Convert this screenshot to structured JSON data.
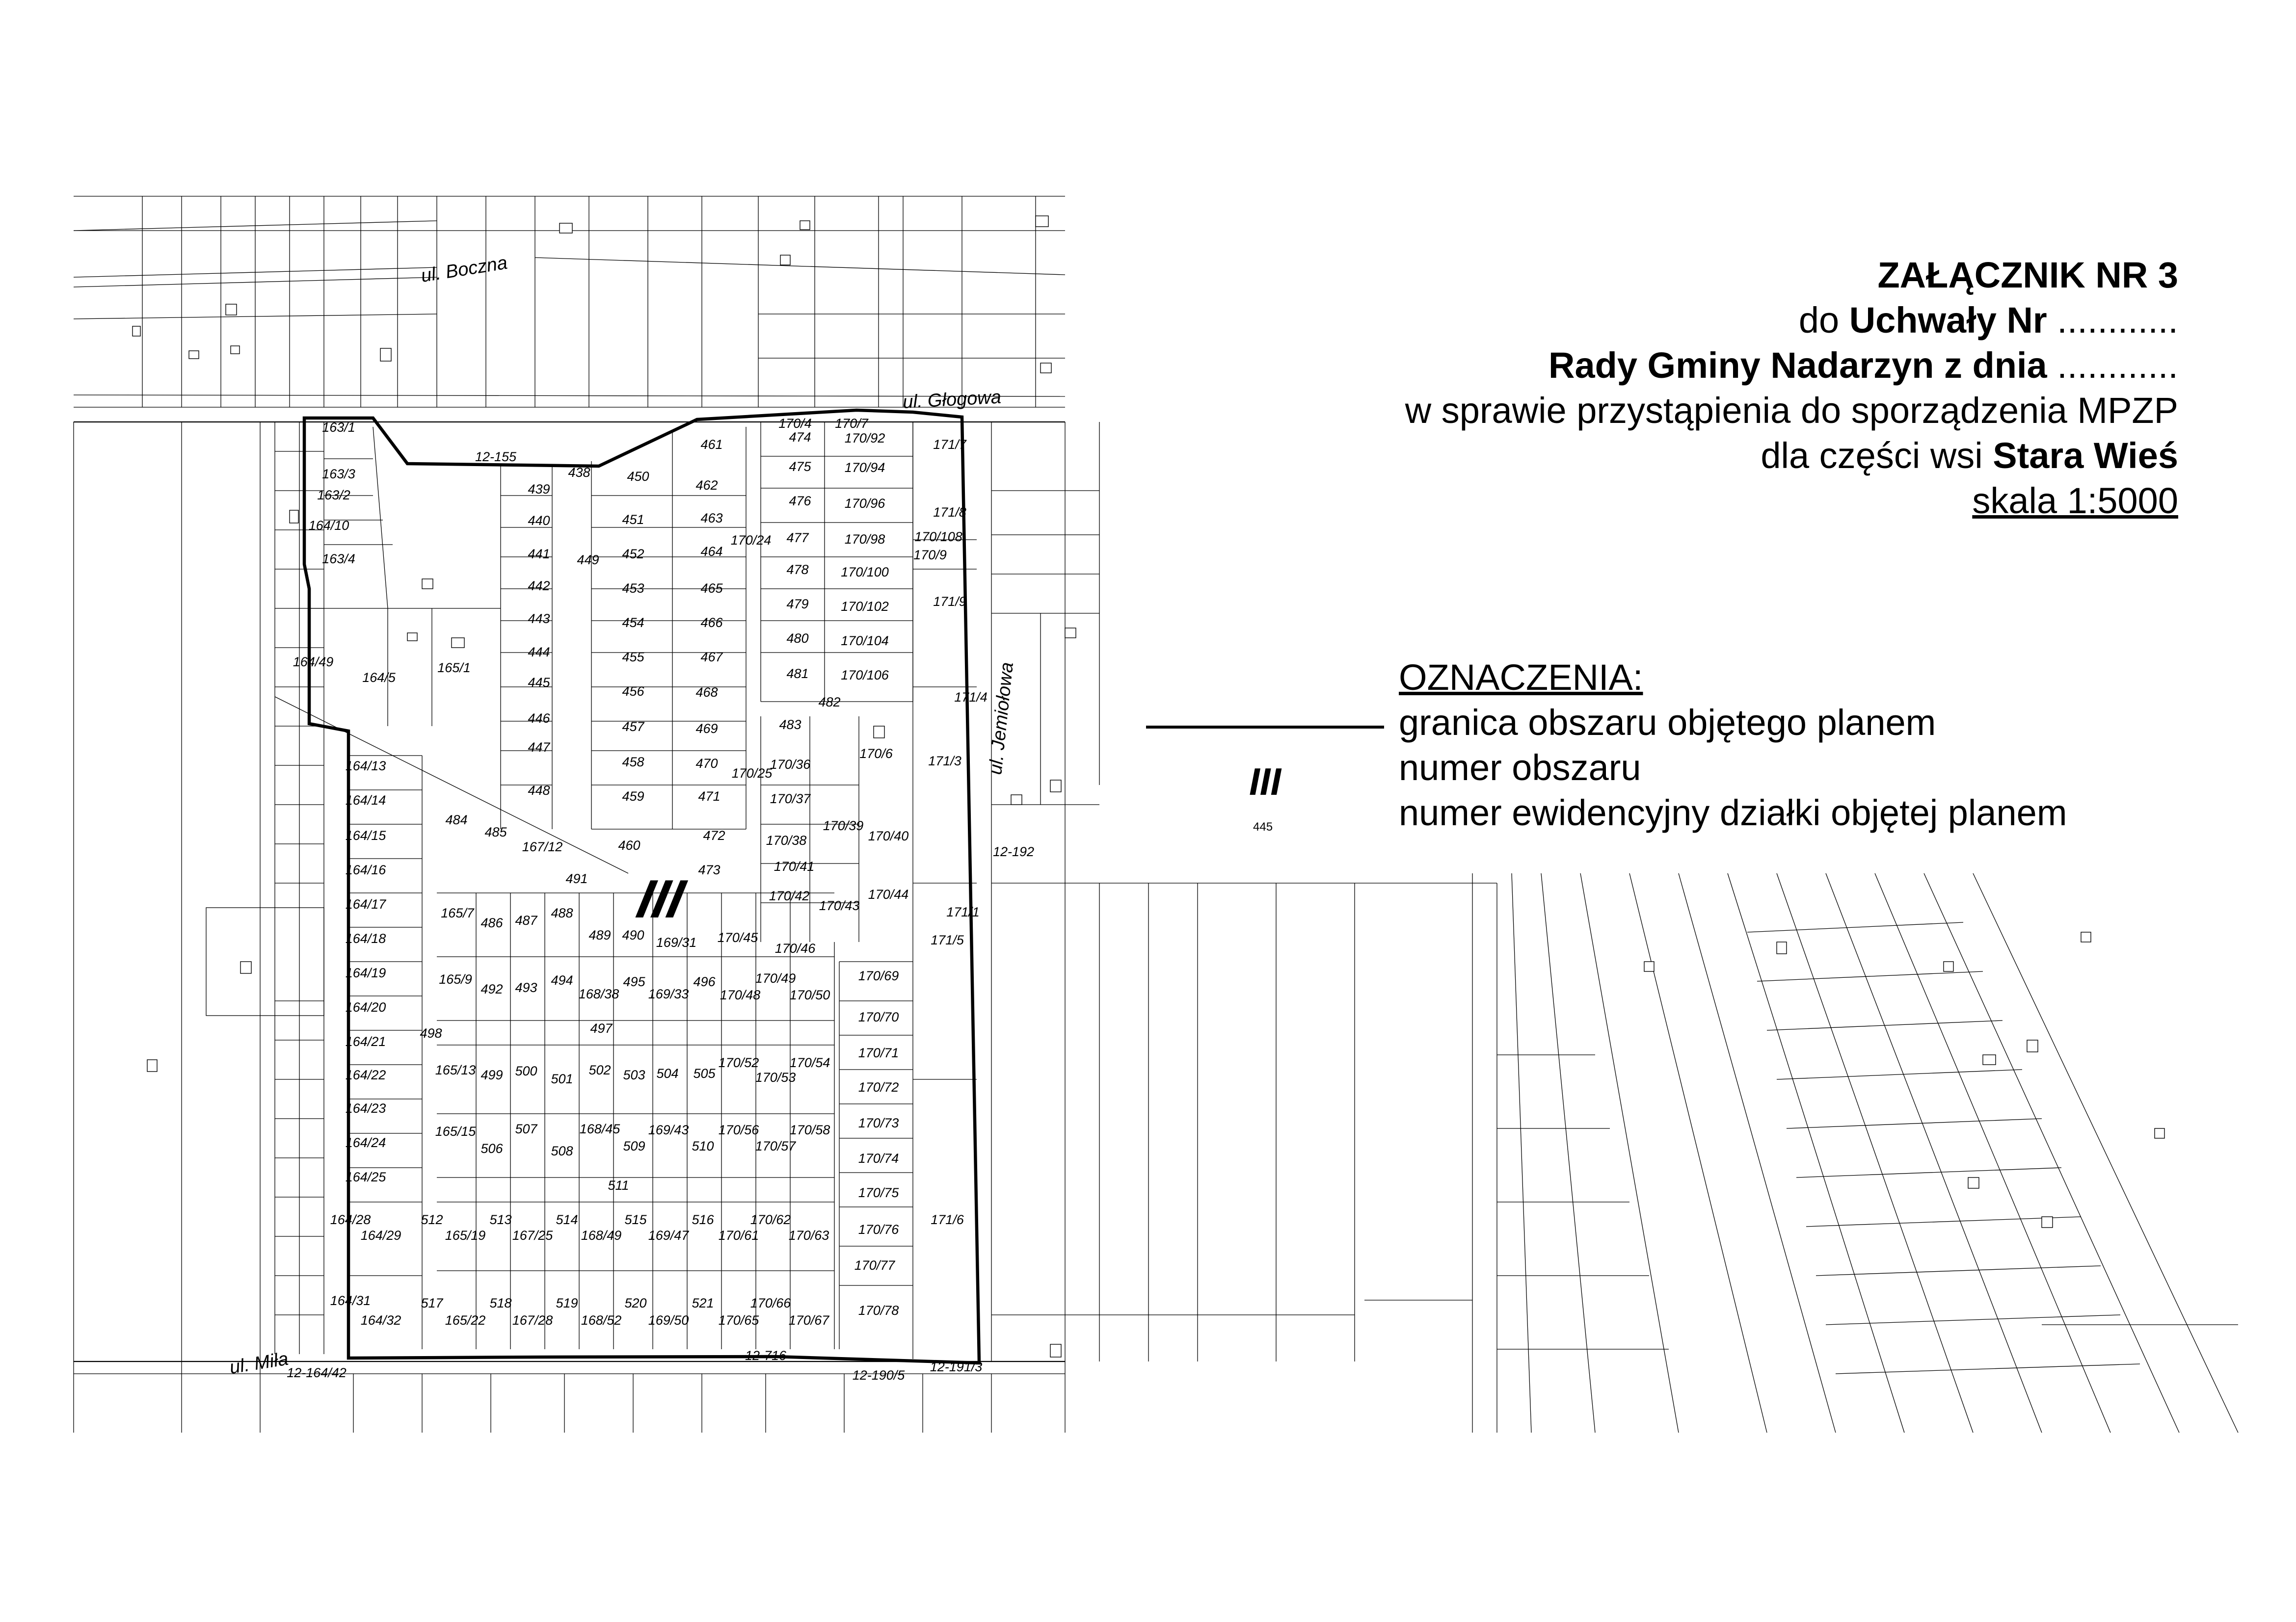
{
  "header": {
    "line1": "ZAŁĄCZNIK NR 3",
    "line2_prefix": "do ",
    "line2_bold": "Uchwały Nr",
    "line2_dots": " ............",
    "line3_bold": "Rady Gminy Nadarzyn z dnia",
    "line3_dots": " ............",
    "line4": "w sprawie przystąpienia do sporządzenia MPZP",
    "line5_prefix": "dla części wsi ",
    "line5_bold": "Stara Wieś",
    "scale": "skala 1:5000"
  },
  "legend": {
    "title": "OZNACZENIA:",
    "boundary": "granica obszaru objętego planem",
    "area_number": "numer obszaru",
    "parcel_number": "numer ewidencyjny działki objętej planem",
    "area_symbol": "III",
    "parcel_sample": "445"
  },
  "map": {
    "area_label": "III",
    "streets": [
      "ul. Boczna",
      "ul. Głogowa",
      "ul. Jemiołowa",
      "ul. Miła"
    ],
    "parcels": [
      "163/1",
      "163/3",
      "163/2",
      "164/10",
      "163/4",
      "164/49",
      "164/5",
      "165/1",
      "164/13",
      "164/14",
      "164/15",
      "164/16",
      "164/17",
      "164/18",
      "164/19",
      "164/20",
      "164/21",
      "164/22",
      "164/23",
      "164/24",
      "164/25",
      "164/28",
      "164/29",
      "164/31",
      "164/32",
      "12-155",
      "438",
      "439",
      "440",
      "441",
      "442",
      "443",
      "444",
      "445",
      "446",
      "447",
      "448",
      "449",
      "450",
      "451",
      "452",
      "453",
      "454",
      "455",
      "456",
      "457",
      "458",
      "459",
      "460",
      "461",
      "462",
      "463",
      "464",
      "465",
      "466",
      "467",
      "468",
      "469",
      "470",
      "471",
      "472",
      "473",
      "474",
      "475",
      "476",
      "477",
      "478",
      "479",
      "480",
      "481",
      "482",
      "483",
      "484",
      "485",
      "486",
      "487",
      "488",
      "489",
      "490",
      "491",
      "492",
      "493",
      "494",
      "495",
      "496",
      "497",
      "498",
      "499",
      "500",
      "501",
      "502",
      "503",
      "504",
      "505",
      "506",
      "507",
      "508",
      "509",
      "510",
      "511",
      "512",
      "513",
      "514",
      "515",
      "516",
      "517",
      "518",
      "519",
      "520",
      "521",
      "167/12",
      "165/7",
      "165/9",
      "165/13",
      "165/15",
      "165/19",
      "165/22",
      "167/25",
      "167/28",
      "168/38",
      "168/45",
      "168/49",
      "168/52",
      "169/31",
      "169/33",
      "169/43",
      "169/47",
      "169/50",
      "170/4",
      "170/7",
      "170/92",
      "170/94",
      "170/96",
      "170/98",
      "170/24",
      "170/100",
      "170/102",
      "170/104",
      "170/106",
      "170/108",
      "170/6",
      "170/36",
      "170/25",
      "170/37",
      "170/38",
      "170/39",
      "170/40",
      "170/41",
      "170/42",
      "170/43",
      "170/44",
      "170/45",
      "170/46",
      "170/48",
      "170/49",
      "170/50",
      "170/52",
      "170/53",
      "170/54",
      "170/56",
      "170/57",
      "170/58",
      "170/61",
      "170/62",
      "170/63",
      "170/65",
      "170/66",
      "170/67",
      "170/69",
      "170/70",
      "170/71",
      "170/72",
      "170/73",
      "170/74",
      "170/75",
      "170/76",
      "170/77",
      "170/78",
      "171/7",
      "171/8",
      "170/9",
      "171/9",
      "171/4",
      "171/3",
      "171/1",
      "171/5",
      "171/6",
      "12-192",
      "12-716",
      "12-164/42",
      "12-190/5",
      "12-191/3"
    ]
  }
}
